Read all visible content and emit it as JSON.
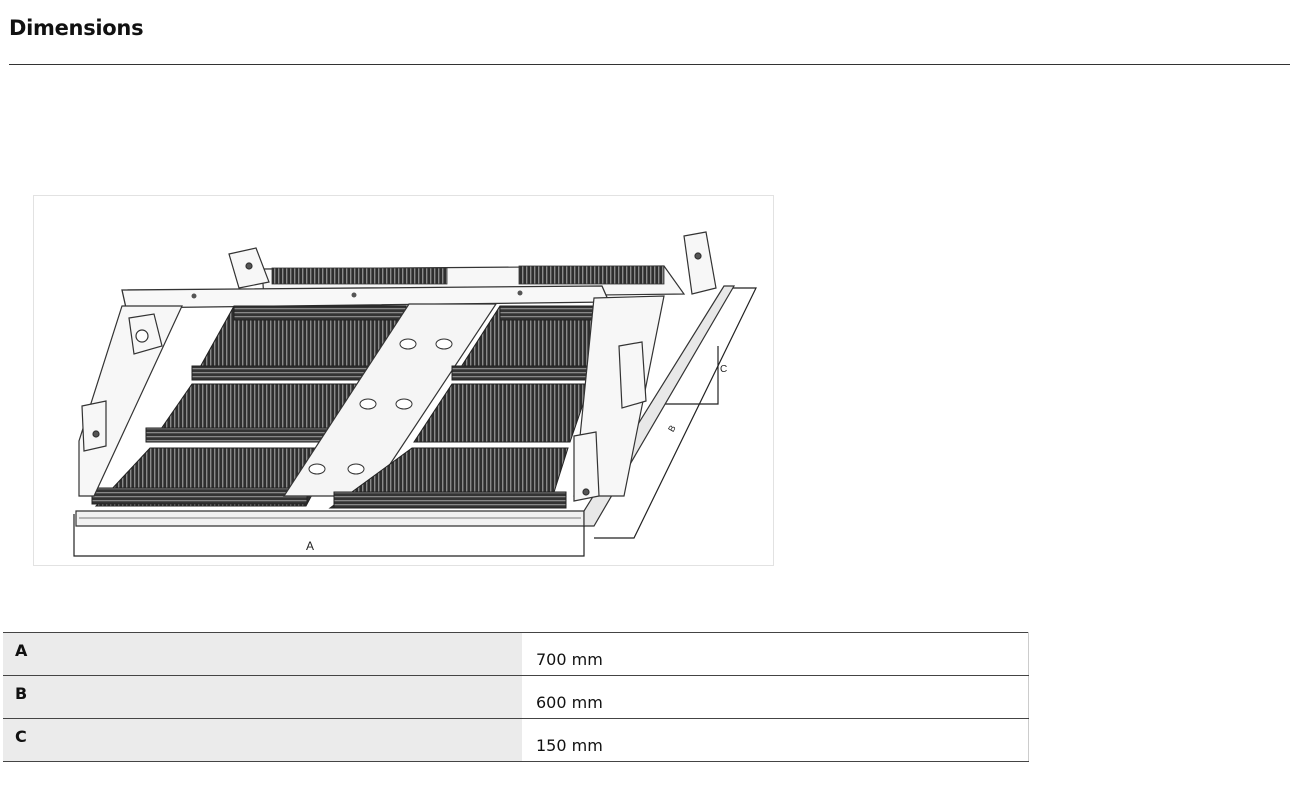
{
  "heading": "Dimensions",
  "figure": {
    "label_a": "A",
    "label_b": "B",
    "label_c": "C"
  },
  "dimensions": [
    {
      "key": "A",
      "value": "700 mm"
    },
    {
      "key": "B",
      "value": "600 mm"
    },
    {
      "key": "C",
      "value": "150 mm"
    }
  ]
}
